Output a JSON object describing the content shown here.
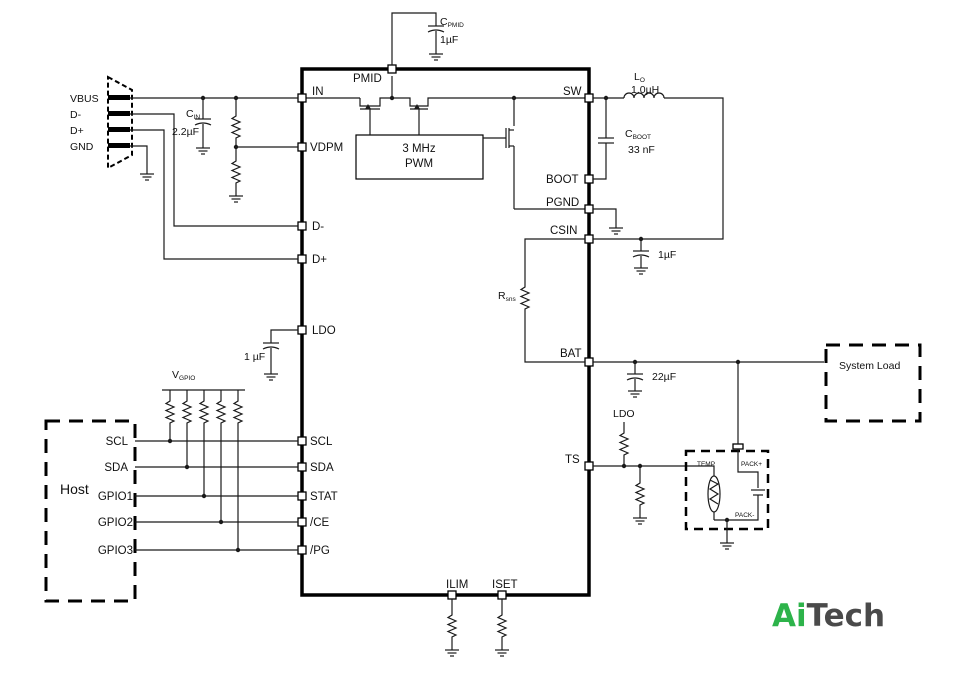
{
  "chip_pins": {
    "pmid": "PMID",
    "in": "IN",
    "vdpm": "VDPM",
    "dminus": "D-",
    "dplus": "D+",
    "ldo": "LDO",
    "scl": "SCL",
    "sda": "SDA",
    "stat": "STAT",
    "ce": "/CE",
    "pg": "/PG",
    "sw": "SW",
    "boot": "BOOT",
    "pgnd": "PGND",
    "csin": "CSIN",
    "bat": "BAT",
    "ts": "TS",
    "ilim": "ILIM",
    "iset": "ISET"
  },
  "pwm_block": {
    "line1": "3 MHz",
    "line2": "PWM"
  },
  "usb": {
    "vbus": "VBUS",
    "dminus": "D-",
    "dplus": "D+",
    "gnd": "GND"
  },
  "components": {
    "cpmid_c": "C",
    "cpmid_sub": "PMID",
    "cpmid_value": "1µF",
    "cin_c": "C",
    "cin_sub": "IN",
    "cin_value": "2.2µF",
    "lo_l": "L",
    "lo_sub": "O",
    "lo_value": "1.0µH",
    "cboot_c": "C",
    "cboot_sub": "BOOT",
    "cboot_value": "33 nF",
    "csin_cap": "1µF",
    "rsns_r": "R",
    "rsns_sub": "sns",
    "ldo_cap": "1 µF",
    "bat_cap": "22µF",
    "vgpio_v": "V",
    "vgpio_sub": "GPIO",
    "ts_ldo": "LDO"
  },
  "host": {
    "title": "Host",
    "signals": [
      "SCL",
      "SDA",
      "GPIO1",
      "GPIO2",
      "GPIO3"
    ]
  },
  "system_load": "System Load",
  "pack": {
    "temp": "TEMP",
    "pack_plus": "PACK+",
    "pack_minus": "PACK-"
  },
  "watermark": {
    "part1": "Ai",
    "part2": "Tech",
    "color1": "#2db34a",
    "color2": "#4a4a4a"
  }
}
